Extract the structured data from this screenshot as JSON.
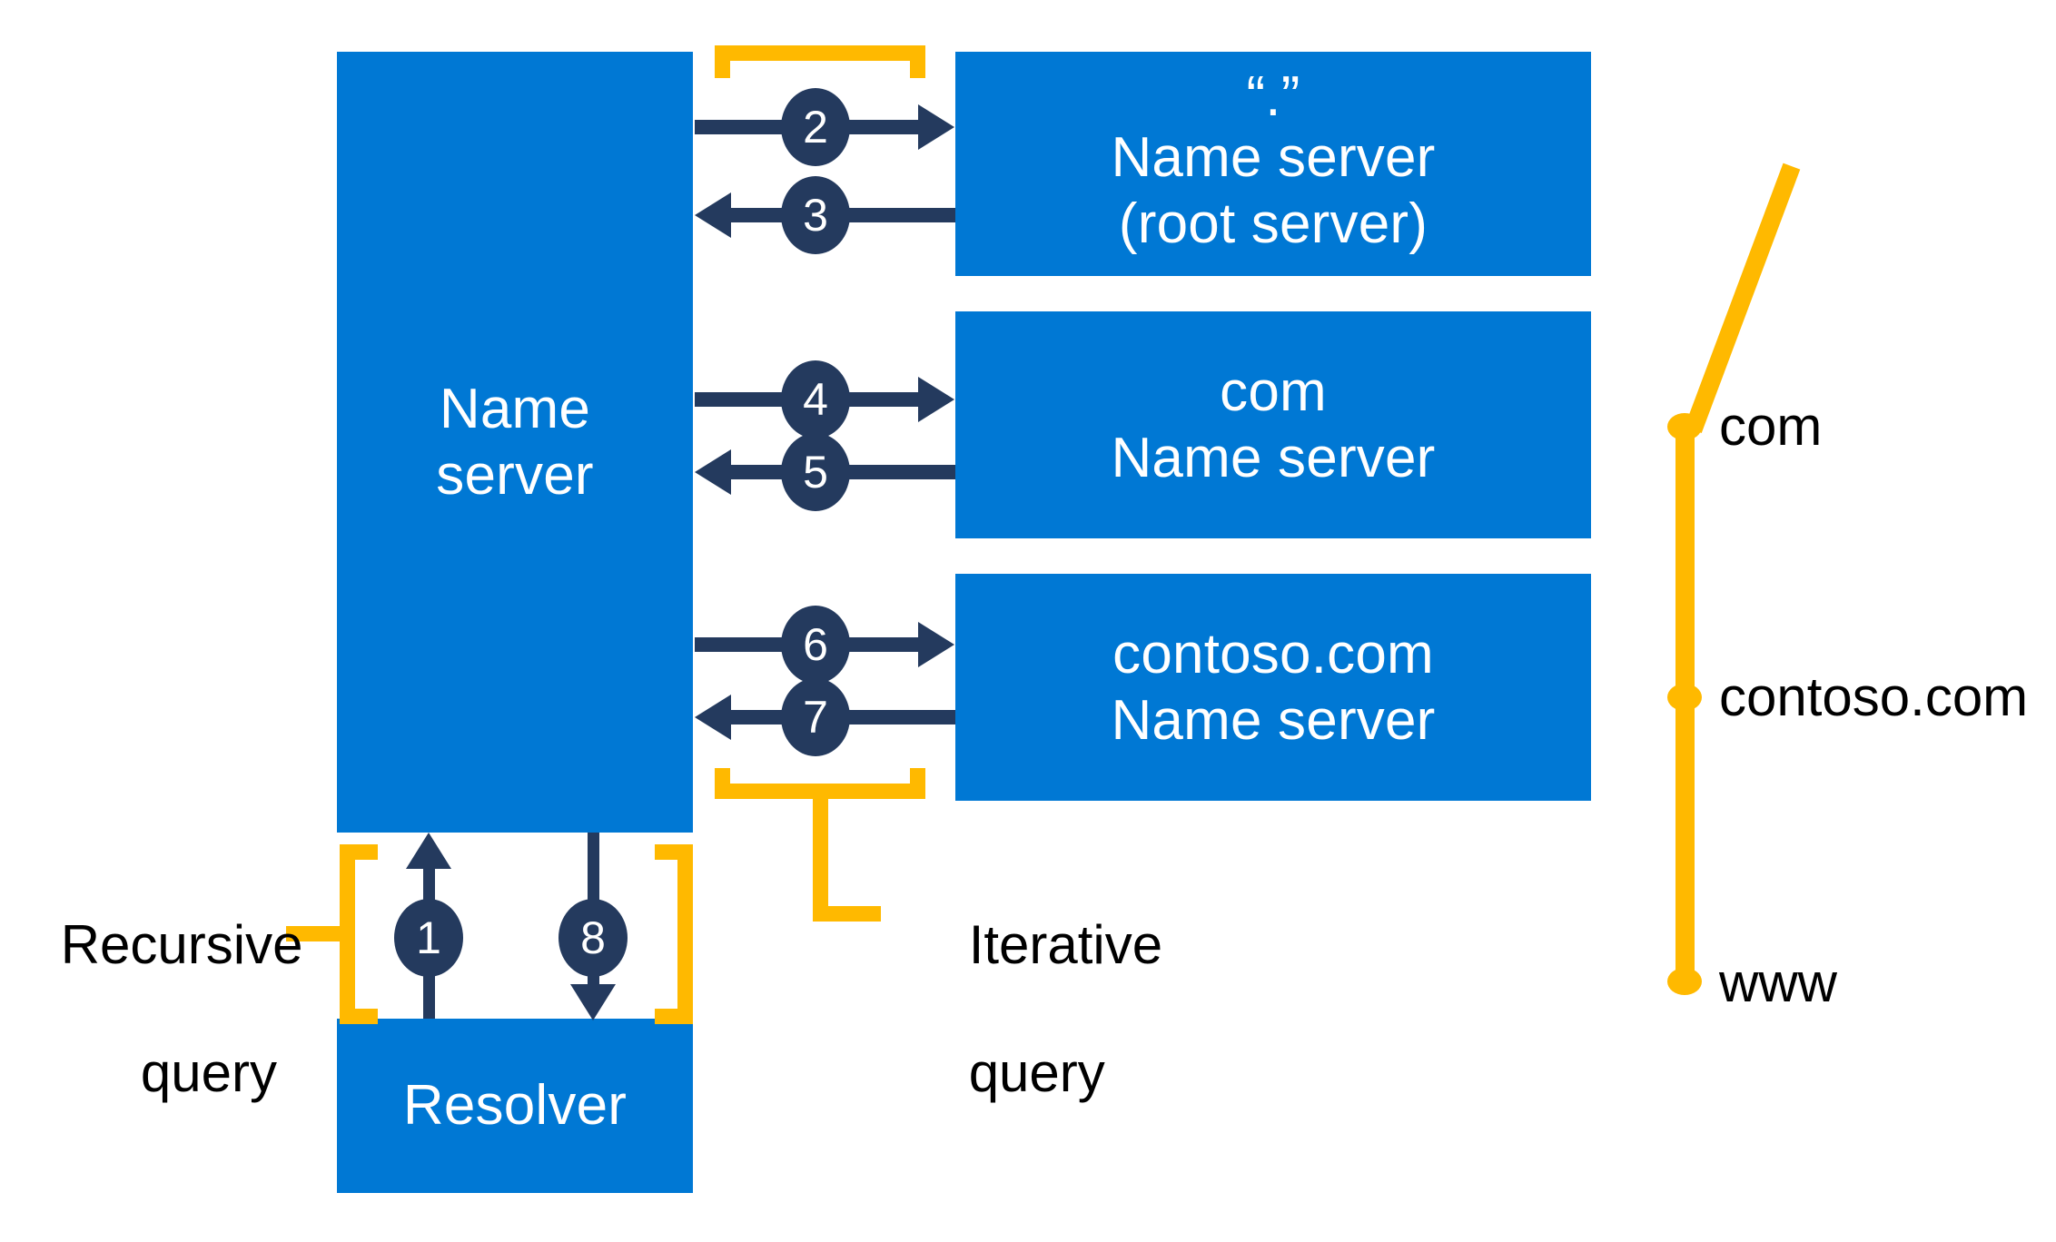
{
  "diagram": {
    "title": "DNS name resolution: recursive and iterative queries",
    "colors": {
      "block_blue": "#0078D4",
      "arrow_navy": "#243A5E",
      "bracket_orange": "#FFB900",
      "background": "#FFFFFF",
      "block_text": "#FFFFFF",
      "label_text": "#000000"
    }
  },
  "blocks": {
    "name_server": {
      "line1": "Name",
      "line2": "server"
    },
    "resolver": {
      "line1": "Resolver"
    },
    "root_server": {
      "line1": "“.”",
      "line2": "Name server",
      "line3": "(root server)"
    },
    "com_server": {
      "line1": "com",
      "line2": "Name server"
    },
    "contoso_server": {
      "line1": "contoso.com",
      "line2": "Name server"
    }
  },
  "steps": [
    {
      "number": "1",
      "direction": "up",
      "from": "resolver",
      "to": "name_server"
    },
    {
      "number": "2",
      "direction": "right",
      "from": "name_server",
      "to": "root_server"
    },
    {
      "number": "3",
      "direction": "left",
      "from": "root_server",
      "to": "name_server"
    },
    {
      "number": "4",
      "direction": "right",
      "from": "name_server",
      "to": "com_server"
    },
    {
      "number": "5",
      "direction": "left",
      "from": "com_server",
      "to": "name_server"
    },
    {
      "number": "6",
      "direction": "right",
      "from": "name_server",
      "to": "contoso_server"
    },
    {
      "number": "7",
      "direction": "left",
      "from": "contoso_server",
      "to": "name_server"
    },
    {
      "number": "8",
      "direction": "down",
      "from": "name_server",
      "to": "resolver"
    }
  ],
  "annotations": {
    "recursive": {
      "line1": "Recursive",
      "line2": "query"
    },
    "iterative": {
      "line1": "Iterative",
      "line2": "query"
    }
  },
  "tree": {
    "nodes": [
      {
        "label": "com"
      },
      {
        "label": "contoso.com"
      },
      {
        "label": "www"
      }
    ]
  }
}
